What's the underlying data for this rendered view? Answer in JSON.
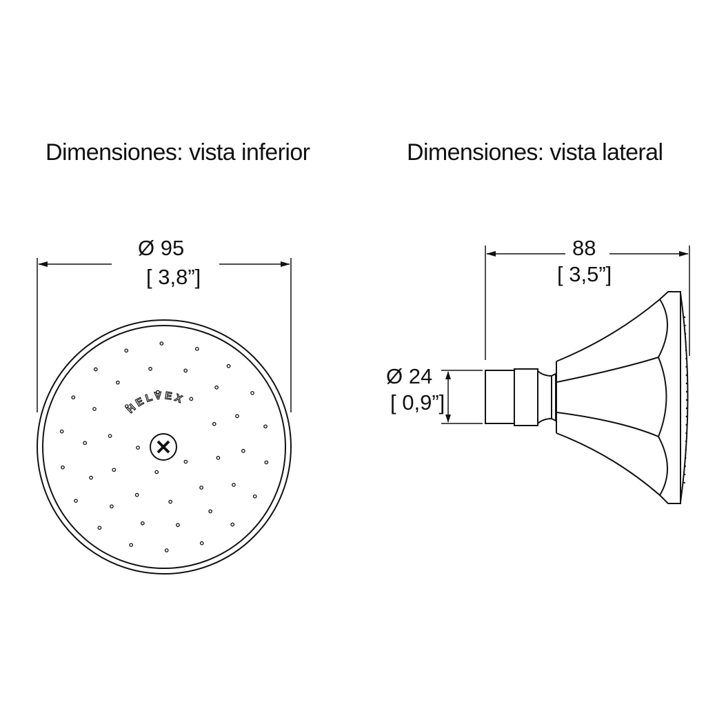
{
  "titles": {
    "bottom_view": "Dimensiones: vista inferior",
    "side_view": "Dimensiones: vista lateral"
  },
  "bottom_view": {
    "diameter_mm": "Ø 95",
    "diameter_in": "[ 3,8”]",
    "brand": "HELVEX"
  },
  "side_view": {
    "length_mm": "88",
    "length_in": "[ 3,5”]",
    "inlet_diameter_mm": "Ø 24",
    "inlet_diameter_in": "[ 0,9”]"
  }
}
